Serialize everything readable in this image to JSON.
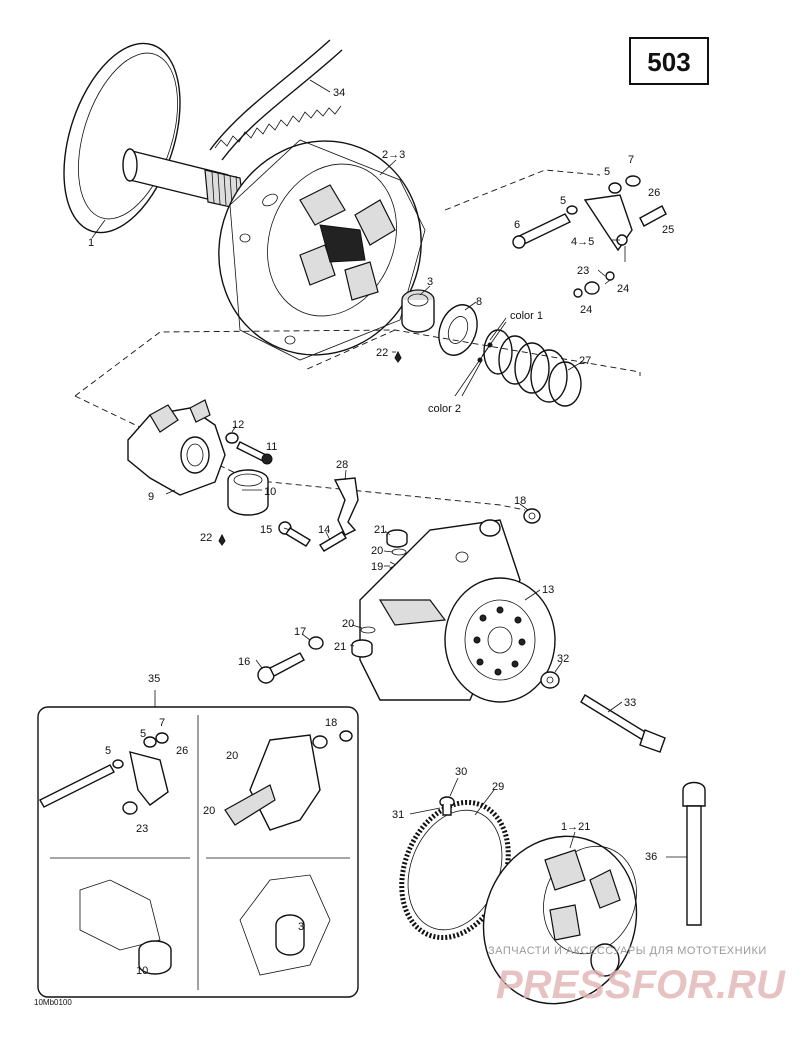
{
  "page_number": "503",
  "drawing_code": "10Mb0100",
  "callouts": {
    "c1": "1",
    "c2to3": "2→3",
    "c3": "3",
    "c34": "34",
    "c5a": "5",
    "c7": "7",
    "c5b": "5",
    "c26": "26",
    "c6": "6",
    "c4to5": "4→5",
    "c25": "25",
    "c23": "23",
    "c24a": "24",
    "c24b": "24",
    "c8": "8",
    "c22a": "22",
    "color1": "color 1",
    "color2": "color 2",
    "c27": "27",
    "c12": "12",
    "c11": "11",
    "c9": "9",
    "c10": "10",
    "c22b": "22",
    "c28": "28",
    "c18": "18",
    "c15": "15",
    "c14": "14",
    "c21a": "21",
    "c20a": "20",
    "c19": "19",
    "c13": "13",
    "c17": "17",
    "c20b": "20",
    "c21b": "21",
    "c16": "16",
    "c32": "32",
    "c33": "33",
    "c35": "35",
    "i7": "7",
    "i5a": "5",
    "i5b": "5",
    "i26": "26",
    "i23": "23",
    "i18": "18",
    "i20a": "20",
    "i20b": "20",
    "i10": "10",
    "i3": "3",
    "c30": "30",
    "c29": "29",
    "c31": "31",
    "c1to21": "1→21",
    "c36": "36"
  },
  "watermark": {
    "line1": "ЗАПЧАСТИ И АКСЕССУАРЫ ДЛЯ МОТОТЕХНИКИ",
    "line2": "PRESSFOR.RU"
  }
}
